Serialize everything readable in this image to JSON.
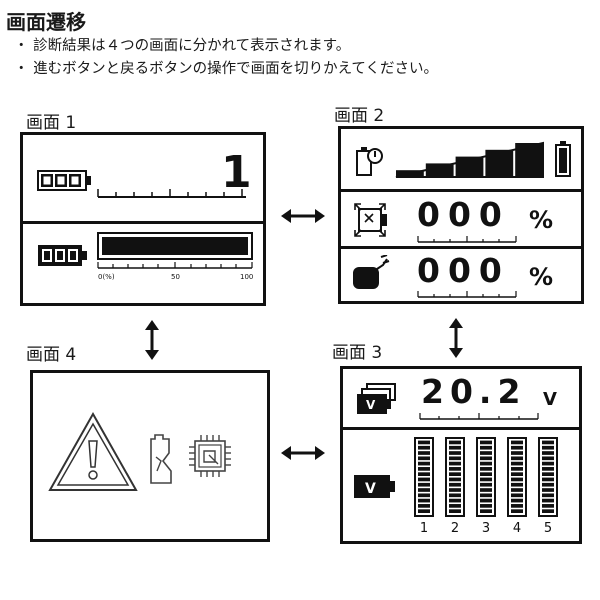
{
  "header": {
    "title": "画面遷移",
    "bullets": [
      "・ 診断結果は４つの画面に分かれて表示されます。",
      "・ 進むボタンと戻るボタンの操作で画面を切りかえてください。"
    ]
  },
  "screen1": {
    "label": "画面 1",
    "count_value": "1",
    "scale_labels": [
      "0(%)",
      "50",
      "100"
    ],
    "bar_fill_fraction": 1.0
  },
  "screen2": {
    "label": "画面 2",
    "value_a": "000",
    "value_b": "000",
    "unit": "%",
    "level_bars": 5,
    "level_filled": 5
  },
  "screen3": {
    "label": "画面 3",
    "voltage": "20.2",
    "voltage_unit": "V",
    "cell_labels": [
      "1",
      "2",
      "3",
      "4",
      "5"
    ],
    "cell_segments": 14
  },
  "screen4": {
    "label": "画面 4"
  },
  "icons": {
    "battery_pack": "battery-pack-icon",
    "battery": "battery-icon",
    "motor": "motor-icon",
    "stacked_battery": "stacked-battery-icon",
    "warning": "warning-triangle-icon",
    "chip": "chip-icon"
  }
}
